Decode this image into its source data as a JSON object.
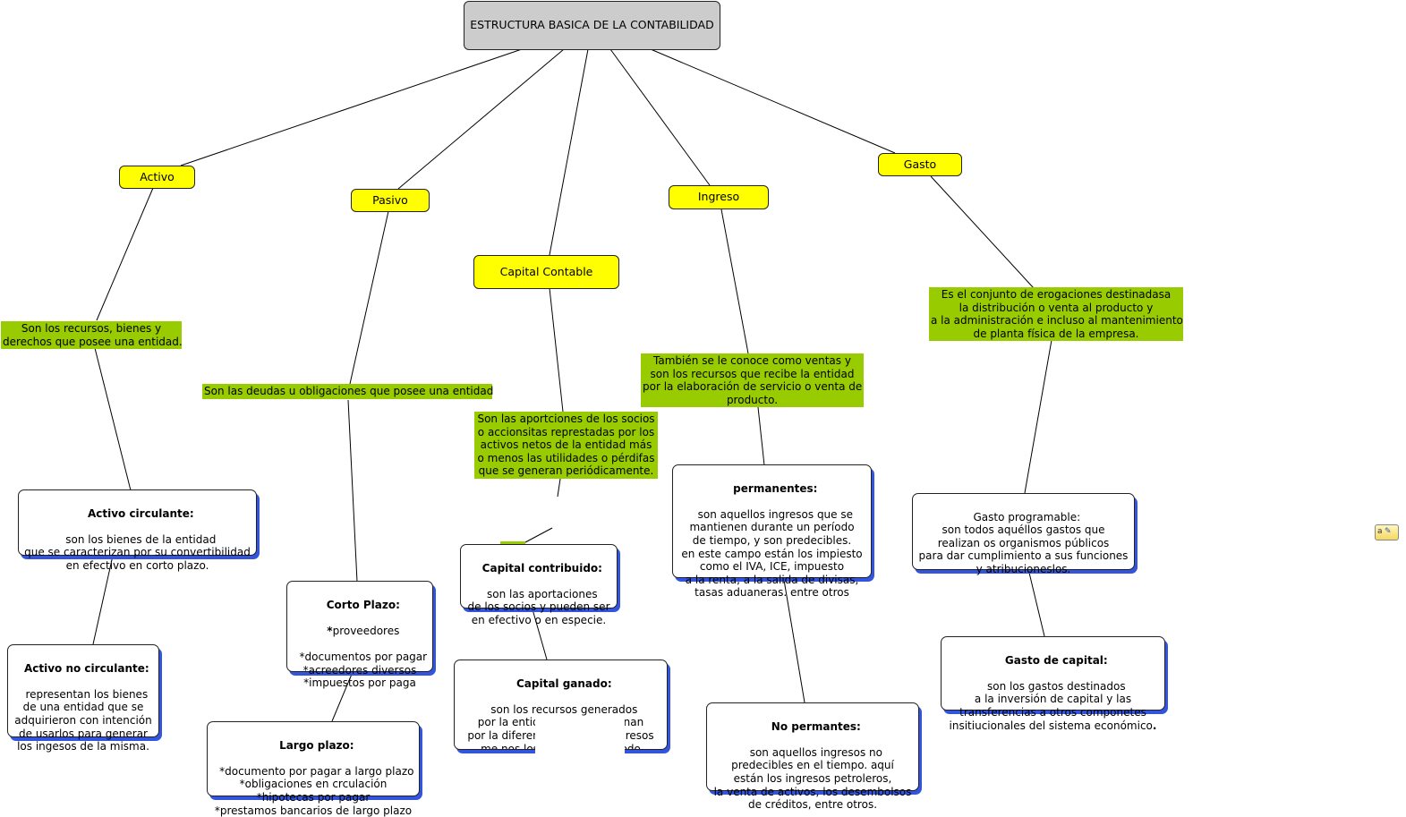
{
  "root": {
    "title": "ESTRUCTURA BASICA DE LA CONTABILIDAD"
  },
  "categories": {
    "activo": "Activo",
    "pasivo": "Pasivo",
    "capital": "Capital Contable",
    "ingreso": "Ingreso",
    "gasto": "Gasto"
  },
  "definitions": {
    "activo": "Son los recursos, bienes y\nderechos que posee una entidad.",
    "pasivo": "Son las deudas u obligaciones que posee una entidad",
    "capital": "Son las aportciones de los socios\no accionsitas represtadas por los\nactivos netos de la entidad más\no menos las utilidades o pérdifas\nque se generan periódicamente.",
    "ingreso": "También se le conoce como ventas y\nson los recursos que recibe la entidad\npor la elaboración de servicio o venta de\nproducto.",
    "gasto": "Es el conjunto de erogaciones destinadasa\nla distribución o venta al producto y\na la administración e incluso al mantenimiento\nde planta física de la empresa."
  },
  "boxes": {
    "activo_circulante": {
      "title": "Activo circulante:",
      "body": "son los bienes de la entidad\nque se caracterizan por su convertibilidad\nen efectivo en corto plazo."
    },
    "activo_no_circulante": {
      "title": "Activo no circulante:",
      "body": "representan los bienes\nde una entidad que se\nadquirieron con intención\nde usarlos para generar\nlos ingesos de la misma."
    },
    "corto_plazo": {
      "title": "Corto Plazo:",
      "bullet": "*",
      "first": "proveedores",
      "body": "*documentos por pagar\n*acreedores diversos\n*impuestos por paga"
    },
    "largo_plazo": {
      "title": "Largo plazo:",
      "body": "*documento por pagar a largo plazo\n*obligaciones en crculación\n*hipotecas por pagar\n*prestamos bancarios de largo plazo"
    },
    "capital_contribuido": {
      "title": "Capital contribuido:",
      "body": "son las aportaciones\nde los socios y pueden ser\nen efectivo o en especie."
    },
    "capital_ganado": {
      "title": "Capital ganado:",
      "body": "son los recursos generados\npor la entidad y se determinan\npor la diferencia entre los ingresos\nme nos los ga             periodo\nque se g"
    },
    "permanentes": {
      "title": "permanentes:",
      "body": "son aquellos ingresos que se\nmantienen durante un período\nde tiempo, y son predecibles.\nen este campo están los impiesto\ncomo el IVA, ICE, impuesto\na la renta, a la salida de divisas,\ntasas aduaneras. entre otros"
    },
    "no_permanentes": {
      "title": "No permantes:",
      "body": "son aquellos ingresos no\npredecibles en el tiempo. aquí\nestán los ingresos petroleros,\nla venta de activos, los desembolsos\nde créditos, entre otros."
    },
    "gasto_programable": {
      "title": "",
      "body": "Gasto programable:\nson todos aquéllos gastos que\nrealizan os organismos públicos\npara dar cumplimiento a sus funciones\ny atribucioneslos."
    },
    "gasto_capital": {
      "title": "Gasto de capital:",
      "body": "son los gastos destinados\na la inversión de capital y las\ntransferencias a otros componetes\ninsitiucionales del sistema económico",
      "tail": "."
    }
  },
  "colors": {
    "category": "#ffff00",
    "definition": "#99cc00",
    "root": "#cccccc",
    "shadow": "#3355dd"
  },
  "icons": {
    "note": "note-icon"
  }
}
